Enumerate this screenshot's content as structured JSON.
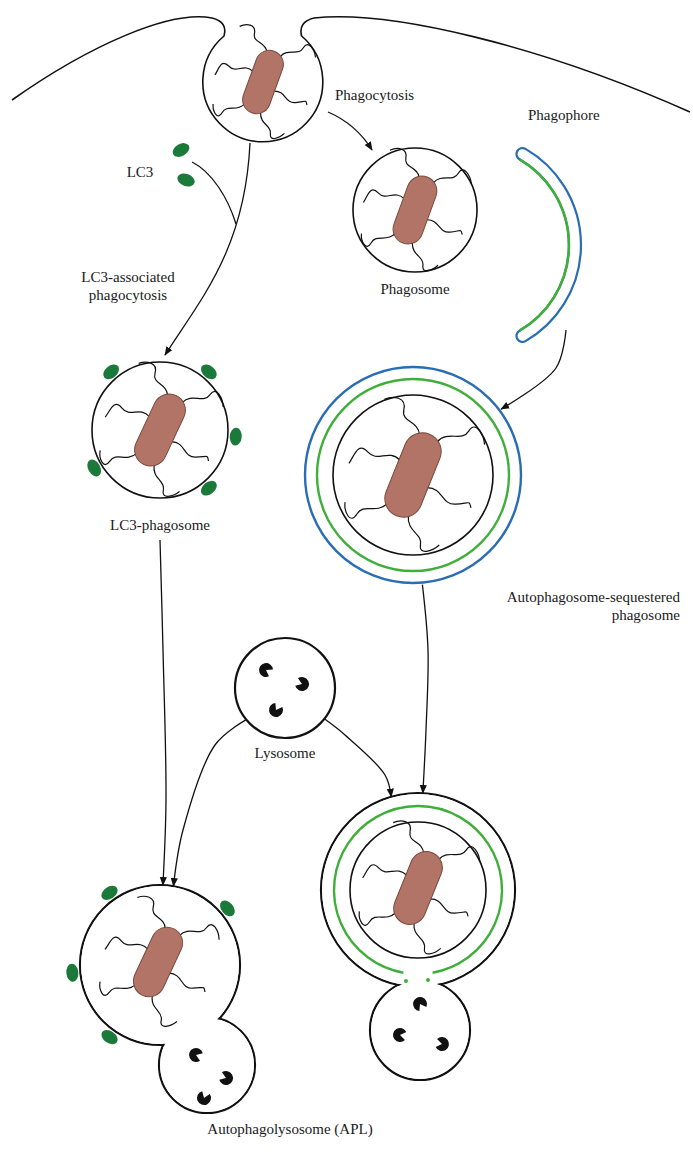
{
  "diagram": {
    "nodes": [
      {
        "text": [
          "Phagophore"
        ]
      },
      {
        "text": [
          "Phagosome"
        ]
      },
      {
        "text": [
          "LC3-phagosome"
        ]
      },
      {
        "text": [
          "Autophagosome-sequestered phagosome"
        ]
      },
      {
        "text": [
          "Lysosome"
        ]
      },
      {
        "text": [
          "Autophagolysosome (APL)"
        ]
      }
    ],
    "edges": [
      {
        "from": 0,
        "to": 3,
        "arrow": "to"
      },
      {
        "from": 2,
        "to": 5,
        "arrow": "to"
      },
      {
        "from": 4,
        "to": 5,
        "arrow": "to"
      },
      {
        "from": 4,
        "to": 5,
        "arrow": "to"
      },
      {
        "from": 3,
        "to": 5,
        "arrow": "to"
      }
    ],
    "labels": [
      "LC3",
      "Phagocytosis",
      "LC3-associated phagocytosis"
    ]
  }
}
